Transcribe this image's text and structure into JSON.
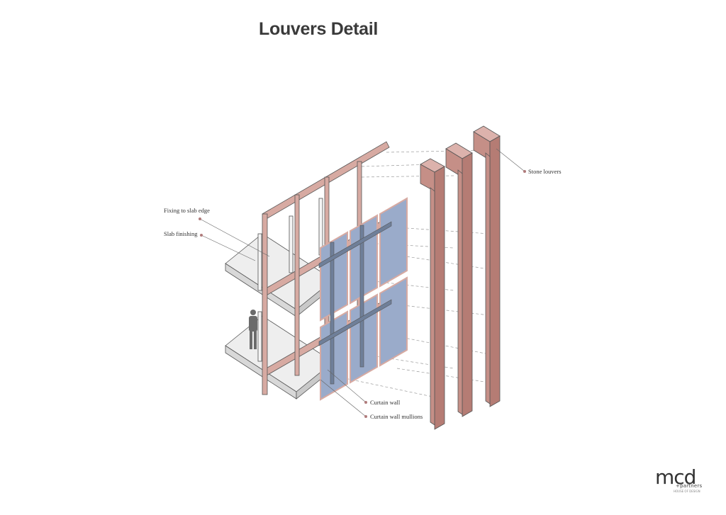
{
  "title": "Louvers Detail",
  "callouts": {
    "fixing": "Fixing to slab edge",
    "slab": "Slab finishing",
    "stone": "Stone louvers",
    "curtain_wall": "Curtain wall",
    "mullions": "Curtain wall mullions"
  },
  "logo": {
    "mark": "mcd",
    "sub": "+partners",
    "tagline": "HOUSE OF DESIGN"
  },
  "colors": {
    "frame": "#d7aaa2",
    "stone": "#c58f87",
    "glass": "#9aabca",
    "slab": "#eeeeee",
    "line": "#555555",
    "callout_dot": "#b07b7b"
  }
}
